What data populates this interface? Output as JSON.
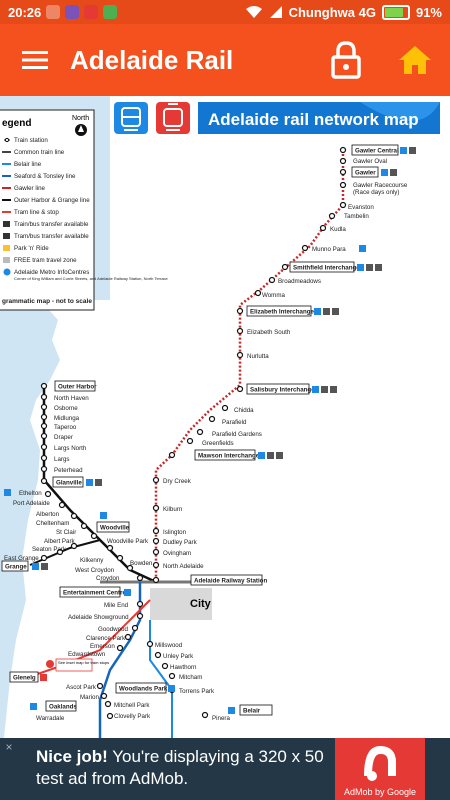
{
  "status_bar": {
    "time": "20:26",
    "carrier": "Chunghwa 4G",
    "battery_percent_label": "91%",
    "battery_level": 0.91,
    "icons": [
      "wifi-icon",
      "signal-icon",
      "notification-icons"
    ]
  },
  "app_bar": {
    "title": "Adelaide Rail",
    "icons": [
      "menu-icon",
      "lock-icon",
      "home-icon"
    ],
    "colors": {
      "primary": "#f4511e",
      "home_icon": "#ffc107"
    }
  },
  "map": {
    "banner_title": "Adelaide rail network map",
    "legend": {
      "title": "egend",
      "north": "North",
      "items": [
        "Train station",
        "Common train line",
        "Belair line",
        "Seaford & Tonsley line",
        "Gawler line",
        "Outer Harbor & Grange line",
        "Tram line & stop",
        "Train/bus transfer available",
        "Tram/bus transfer available",
        "Park 'n' Ride",
        "FREE tram travel zone",
        "Adelaide Metro InfoCentres"
      ],
      "infocentre_note": "Corner of King William and Currie Streets, and Adelaide Railway Station, North Terrace",
      "footer": "grammatic map - not to scale"
    },
    "colors": {
      "gawler": "#c62828",
      "outer_harbor": "#0c0c0c",
      "belair": "#1e88e5",
      "seaford": "#1565c0",
      "sea": "#cfe5f3",
      "tram": "#e53935",
      "banner": "#1376d1"
    },
    "inset_note": "See inset map for tram stops",
    "city_label": "City",
    "stations": {
      "gawler_central": "Gawler Central",
      "gawler_oval": "Gawler Oval",
      "gawler": "Gawler",
      "gawler_racecourse": "Gawler Racecourse",
      "racecourse_note": "(Race days only)",
      "evanston": "Evanston",
      "tambelin": "Tambelin",
      "kudla": "Kudla",
      "munno_para": "Munno Para",
      "smithfield": "Smithfield Interchange",
      "broadmeadows": "Broadmeadows",
      "womma": "Womma",
      "elizabeth": "Elizabeth Interchange",
      "elizabeth_south": "Elizabeth South",
      "nurlutta": "Nurlutta",
      "salisbury": "Salisbury Interchange",
      "chidda": "Chidda",
      "parafield": "Parafield",
      "parafield_gardens": "Parafield Gardens",
      "greenfields": "Greenfields",
      "mawson": "Mawson Interchange",
      "dry_creek": "Dry Creek",
      "kilburn": "Kilburn",
      "islington": "Islington",
      "dudley_park": "Dudley Park",
      "ovingham": "Ovingham",
      "north_adelaide": "North Adelaide",
      "adelaide_station": "Adelaide Railway Station",
      "outer_harbor": "Outer Harbor",
      "north_haven": "North Haven",
      "osborne": "Osborne",
      "midlunga": "Midlunga",
      "taperoo": "Taperoo",
      "draper": "Draper",
      "largs_north": "Largs North",
      "largs": "Largs",
      "peterhead": "Peterhead",
      "glanville": "Glanville",
      "ethelton": "Ethelton",
      "port_adelaide": "Port Adelaide",
      "alberton": "Alberton",
      "cheltenham": "Cheltenham",
      "st_clair": "St Clair",
      "woodville": "Woodville",
      "albert_park": "Albert Park",
      "seaton_park": "Seaton Park",
      "east_grange": "East Grange",
      "grange": "Grange",
      "woodville_park": "Woodville Park",
      "kilkenny": "Kilkenny",
      "west_croydon": "West Croydon",
      "croydon": "Croydon",
      "bowden": "Bowden",
      "entertainment_centre": "Entertainment Centre",
      "mile_end": "Mile End",
      "adelaide_showground": "Adelaide Showground",
      "goodwood": "Goodwood",
      "clarence_park": "Clarence Park",
      "emerson": "Emerson",
      "edwardstown": "Edwardstown",
      "millswood": "Millswood",
      "unley_park": "Unley Park",
      "hawthorn": "Hawthorn",
      "glenelg": "Glenelg",
      "ascot_park": "Ascot Park",
      "marion": "Marion",
      "woodlands_park": "Woodlands Park",
      "mitcham": "Mitcham",
      "torrens_park": "Torrens Park",
      "oaklands": "Oaklands",
      "warradale": "Warradale",
      "mitchell_park": "Mitchell Park",
      "clovelly_park": "Clovelly Park",
      "belair": "Belair",
      "pinera": "Pinera"
    }
  },
  "ad": {
    "headline": "Nice job!",
    "text": "You're displaying a 320 x 50 test ad from AdMob.",
    "brand": "AdMob by Google",
    "close": "×"
  }
}
